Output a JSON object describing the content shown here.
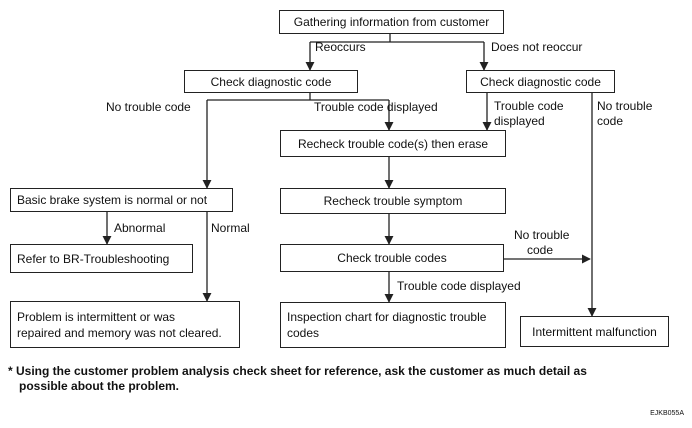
{
  "boxes": {
    "gather": "Gathering information from customer",
    "check_left": "Check diagnostic code",
    "check_right": "Check diagnostic code",
    "recheck_erase": "Recheck trouble code(s) then erase",
    "basic_brake": "Basic brake system is normal or not",
    "recheck_symptom": "Recheck trouble symptom",
    "refer_br": "Refer to BR-Troubleshooting",
    "check_codes": "Check trouble codes",
    "intermittent_line1": "Problem is intermittent or was",
    "intermittent_line2": "repaired and memory was not cleared.",
    "inspection_line1": "Inspection chart for diagnostic trouble",
    "inspection_line2": "codes",
    "malfunction": "Intermittent malfunction"
  },
  "labels": {
    "reoccurs": "Reoccurs",
    "does_not_reoccur": "Does not reoccur",
    "no_trouble_code_left": "No trouble code",
    "trouble_code_displayed_center": "Trouble code displayed",
    "trouble_code_displayed_right_1": "Trouble code",
    "trouble_code_displayed_right_2": "displayed",
    "no_trouble_code_right_1": "No trouble",
    "no_trouble_code_right_2": "code",
    "abnormal": "Abnormal",
    "normal": "Normal",
    "no_trouble_code_mid_1": "No trouble",
    "no_trouble_code_mid_2": "code",
    "trouble_code_displayed_bottom": "Trouble code displayed"
  },
  "footnote": {
    "line1": "* Using the customer problem analysis check sheet for reference, ask the customer as much detail as",
    "line2": "possible about the problem."
  },
  "figure_code": "EJKB055A"
}
